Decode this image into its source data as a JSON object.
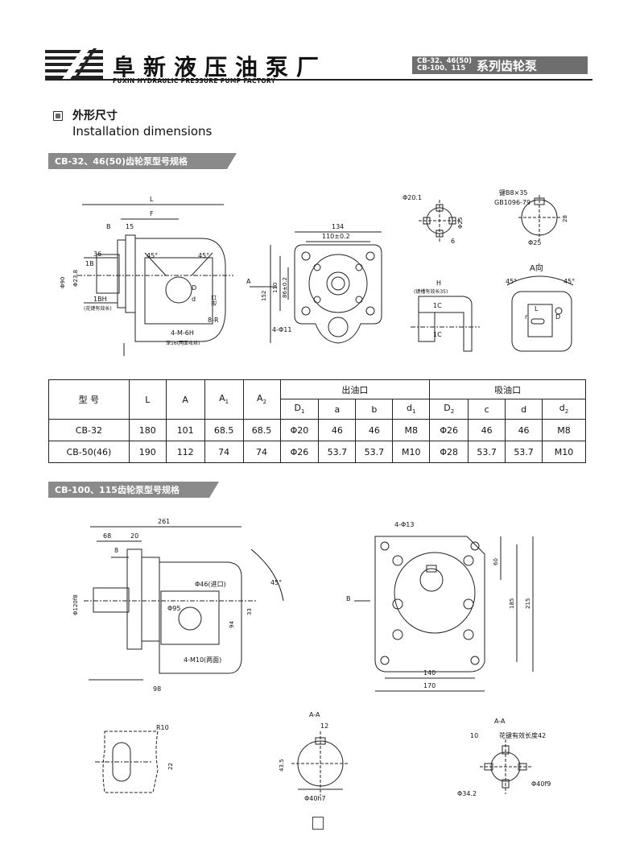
{
  "header": {
    "company_cn": "阜新液压油泵厂",
    "company_en": "FUXIN HYDRAULIC PRESSURE PUMP FACTORY",
    "series_codes_line1": "CB-32、46(50)",
    "series_codes_line2": "CB-100、115",
    "series_name": "系列齿轮泵"
  },
  "section": {
    "title_cn": "外形尺寸",
    "title_en": "Installation dimensions"
  },
  "spec1": {
    "title": "CB-32、46(50)齿轮泵型号规格",
    "labels": {
      "L": "L",
      "F": "F",
      "B": "B",
      "d15": "15",
      "d36": "36",
      "_1B": "1B",
      "_1BH": "1BH",
      "spline": "(花键有效长)",
      "phi90": "Φ90",
      "phi238": "Φ23.8",
      "a45l": "45°",
      "a45r": "45°",
      "D": "D",
      "d": "d",
      "inlet": "进口",
      "_8R": "8-R",
      "_4M6H": "4-M-6H",
      "deep16": "深16(两面攻丝)",
      "A_arrow": "A",
      "d134": "134",
      "d110": "110±0.2",
      "d152": "152",
      "d110v": "110",
      "d86": "86±0.2",
      "_4phi11": "4-Φ11",
      "phi201": "Φ20.1",
      "phi25a": "Φ25",
      "d6": "6",
      "key": "键B8×35",
      "gb": "GB1096-79",
      "d28": "28",
      "phi25b": "Φ25",
      "H": "H",
      "_1C_a": "1C",
      "_1C_b": "1C",
      "key_len": "(键槽有效长35)",
      "A_view": "A向",
      "a45a": "45°",
      "a45b": "45°",
      "L_small": "L",
      "D_small": "D",
      "r_small": "r"
    }
  },
  "table": {
    "headers": {
      "model": "型 号",
      "L": "L",
      "A": "A",
      "A1": "A",
      "A1_sub": "1",
      "A2": "A",
      "A2_sub": "2",
      "outlet": "出油口",
      "inlet": "吸油口",
      "D1": "D",
      "D1_sub": "1",
      "a": "a",
      "b": "b",
      "d1": "d",
      "d1_sub": "1",
      "D2": "D",
      "D2_sub": "2",
      "c": "c",
      "d": "d",
      "d2": "d",
      "d2_sub": "2"
    },
    "rows": [
      {
        "model": "CB-32",
        "L": "180",
        "A": "101",
        "A1": "68.5",
        "A2": "68.5",
        "D1": "Φ20",
        "a": "46",
        "b": "46",
        "d1": "M8",
        "D2": "Φ26",
        "c": "46",
        "d": "46",
        "d2": "M8"
      },
      {
        "model": "CB-50(46)",
        "L": "190",
        "A": "112",
        "A1": "74",
        "A2": "74",
        "D1": "Φ26",
        "a": "53.7",
        "b": "53.7",
        "d1": "M10",
        "D2": "Φ28",
        "c": "53.7",
        "d": "53.7",
        "d2": "M10"
      }
    ]
  },
  "spec2": {
    "title": "CB-100、115齿轮泵型号规格",
    "labels": {
      "d261": "261",
      "d68": "68",
      "d20": "20",
      "d8": "8",
      "phi120": "Φ120f8",
      "phi46": "Φ46(进口)",
      "phi95": "Φ95",
      "a45": "45°",
      "d94": "94",
      "d33": "33",
      "_4M10": "4-M10(两面)",
      "d98": "98",
      "_4phi13": "4-Φ13",
      "B": "B",
      "d60": "60",
      "d185": "185",
      "d215": "215",
      "d140": "140",
      "d170": "170",
      "R10": "R10",
      "d22": "22",
      "AA1": "A-A",
      "d12": "12",
      "d435": "43.5",
      "phi40h7": "Φ40h7",
      "AA2": "A-A",
      "d10": "10",
      "spline_len": "花键有效长度42",
      "phi40f9": "Φ40f9",
      "phi342": "Φ34.2"
    }
  },
  "footer": {
    "page_icon": "page-number-box"
  }
}
